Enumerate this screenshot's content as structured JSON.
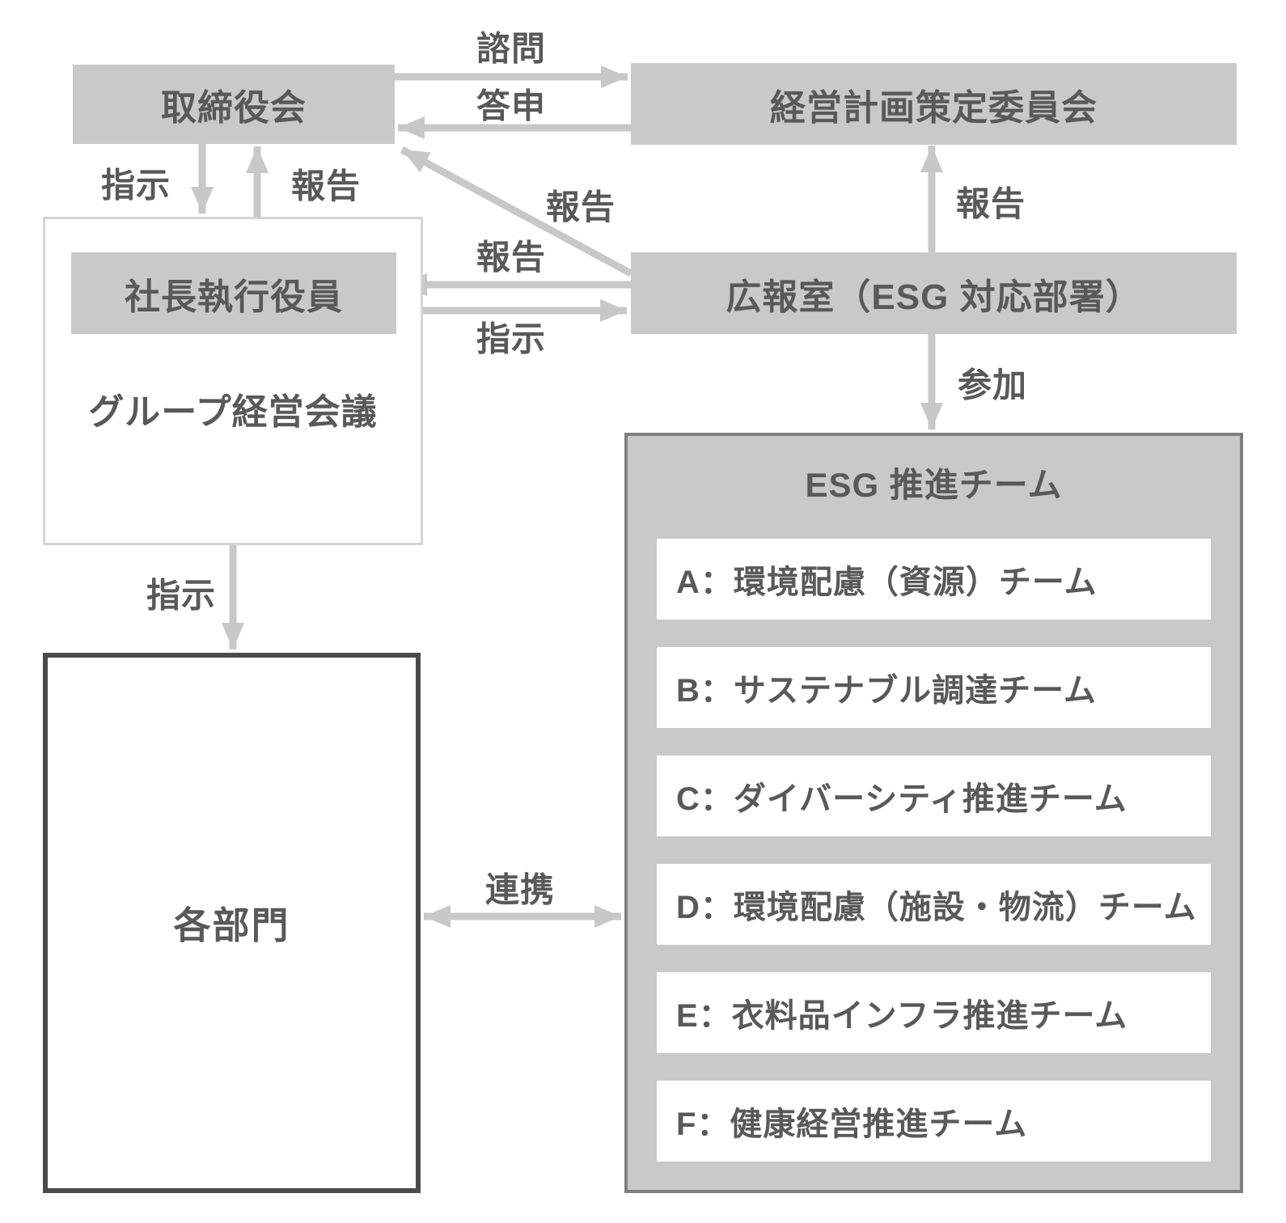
{
  "diagram": {
    "nodes": {
      "board": {
        "label": "取締役会"
      },
      "committee": {
        "label": "経営計画策定委員会"
      },
      "president": {
        "label": "社長執行役員"
      },
      "group_meeting": {
        "label": "グループ経営会議"
      },
      "pr_office": {
        "label": "広報室（ESG 対応部署）"
      },
      "departments": {
        "label": "各部門"
      },
      "esg_team": {
        "title": "ESG 推進チーム",
        "teams": [
          "A：環境配慮（資源）チーム",
          "B：サステナブル調達チーム",
          "C：ダイバーシティ推進チーム",
          "D：環境配慮（施設・物流）チーム",
          "E：衣料品インフラ推進チーム",
          "F：健康経営推進チーム"
        ]
      }
    },
    "edges": [
      {
        "id": "board-to-committee-consult",
        "label": "諮問"
      },
      {
        "id": "committee-to-board-answer",
        "label": "答申"
      },
      {
        "id": "board-to-group-instruct",
        "label": "指示"
      },
      {
        "id": "group-to-board-report",
        "label": "報告"
      },
      {
        "id": "pr-to-board-report",
        "label": "報告"
      },
      {
        "id": "pr-to-president-report",
        "label": "報告"
      },
      {
        "id": "president-to-pr-instruct",
        "label": "指示"
      },
      {
        "id": "pr-to-committee-report",
        "label": "報告"
      },
      {
        "id": "pr-to-esg-join",
        "label": "参加"
      },
      {
        "id": "group-to-departments-instruct",
        "label": "指示"
      },
      {
        "id": "departments-esg-collaborate",
        "label": "連携"
      }
    ],
    "colors": {
      "box_fill": "#c9c9c9",
      "arrow": "#c8c8c8",
      "text": "#595959",
      "group_border": "#d4d4d4",
      "esg_border": "#7f7f7f",
      "departments_border": "#4a4a4a",
      "row_fill": "#ffffff",
      "background": "#ffffff"
    }
  }
}
